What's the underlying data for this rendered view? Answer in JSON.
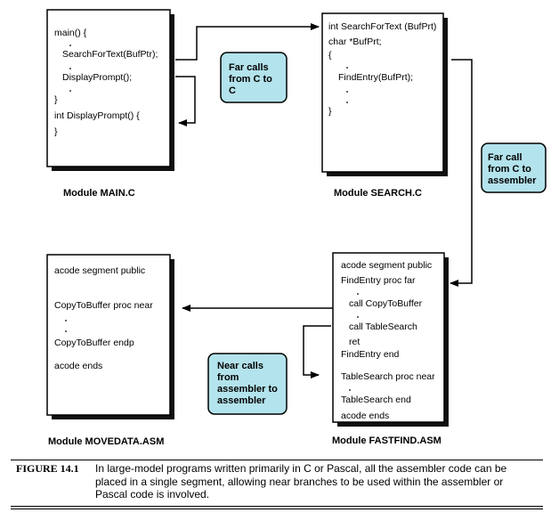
{
  "modules": {
    "main": {
      "caption": "Module MAIN.C",
      "lines": [
        "main() {",
        "SearchForText(BufPtr);",
        "DisplayPrompt();",
        "}",
        "int DisplayPrompt() {",
        "}"
      ]
    },
    "search": {
      "caption": "Module SEARCH.C",
      "lines": [
        "int SearchForText (BufPrt)",
        "char *BufPrt;",
        "{",
        "FindEntry(BufPrt);",
        "}"
      ]
    },
    "movedata": {
      "caption": "Module MOVEDATA.ASM",
      "lines": [
        "acode segment public",
        "CopyToBuffer proc  near",
        "CopyToBuffer endp",
        "acode ends"
      ]
    },
    "fastfind": {
      "caption": "Module FASTFIND.ASM",
      "lines": [
        "acode segment public",
        "FindEntry proc far",
        "call CopyToBuffer",
        "call TableSearch",
        "ret",
        "FindEntry end",
        "TableSearch proc near",
        "TableSearch end",
        "acode ends"
      ]
    }
  },
  "callouts": {
    "far_c_to_c": [
      "Far calls",
      "from C to",
      "C"
    ],
    "far_c_to_asm": [
      "Far call",
      "from C to",
      "assembler"
    ],
    "near_asm": [
      "Near calls",
      "from",
      "assembler to",
      "assembler"
    ]
  },
  "callout_fill": "#b3e3ec",
  "figure": {
    "label": "FIGURE 14.1",
    "text": "In large-model programs written primarily in C or Pascal, all the assembler code can be placed in a single segment, allowing near branches to be used within the assembler or Pascal code is involved."
  }
}
